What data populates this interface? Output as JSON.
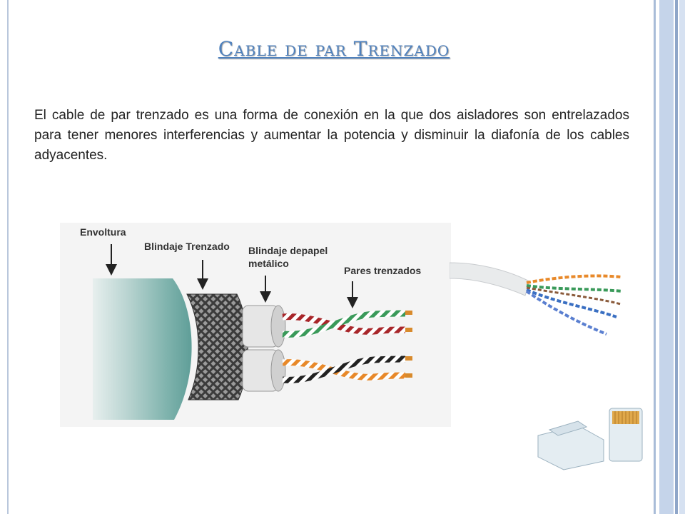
{
  "slide": {
    "title": "Cable de par Trenzado",
    "body": "El cable de par trenzado es una forma de conexión en la que dos aisladores son entrelazados para tener menores interferencias y aumentar la potencia y disminuir la diafonía de los cables adyacentes."
  },
  "diagram": {
    "labels": {
      "envoltura": "Envoltura",
      "blindaje_trenzado": "Blindaje Trenzado",
      "blindaje_papel_1": "Blindaje depapel",
      "blindaje_papel_2": "metálico",
      "pares": "Pares trenzados"
    }
  },
  "colors": {
    "title": "#4f81bd",
    "jacket": "#5f9e98",
    "wire_green": "#3a9a5a",
    "wire_red": "#a8262a",
    "wire_orange": "#e8892a",
    "wire_black": "#222222"
  }
}
